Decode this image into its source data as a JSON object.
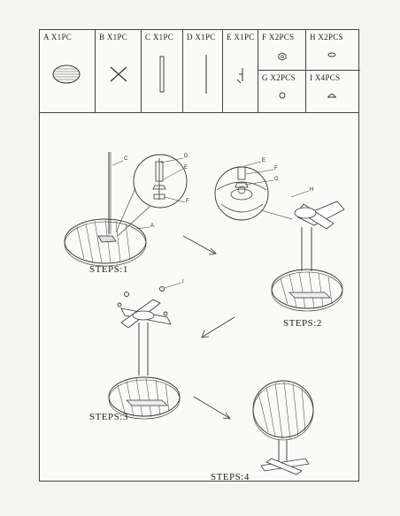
{
  "parts": [
    {
      "letter": "A",
      "qty": "X1PC",
      "icon": "round-tabletop-icon"
    },
    {
      "letter": "B",
      "qty": "X1PC",
      "icon": "cross-base-icon"
    },
    {
      "letter": "C",
      "qty": "X1PC",
      "icon": "column-tube-icon"
    },
    {
      "letter": "D",
      "qty": "X1PC",
      "icon": "rod-icon"
    },
    {
      "letter": "E",
      "qty": "X1PC",
      "icon": "wrench-icon"
    },
    {
      "letter": "F",
      "qty": "X2PCS",
      "icon": "nut-icon"
    },
    {
      "letter": "H",
      "qty": "X2PCS",
      "icon": "washer-icon"
    },
    {
      "letter": "G",
      "qty": "X2PCS",
      "icon": "ring-icon"
    },
    {
      "letter": "I",
      "qty": "X4PCS",
      "icon": "foot-cap-icon"
    }
  ],
  "steps": [
    {
      "label": "STEPS:1"
    },
    {
      "label": "STEPS:2"
    },
    {
      "label": "STEPS:3"
    },
    {
      "label": "STEPS:4"
    }
  ],
  "callouts": {
    "step1": [
      "C",
      "D",
      "E",
      "F",
      "A"
    ],
    "step2": [
      "E",
      "F",
      "G",
      "H"
    ],
    "step3": [
      "I"
    ]
  }
}
